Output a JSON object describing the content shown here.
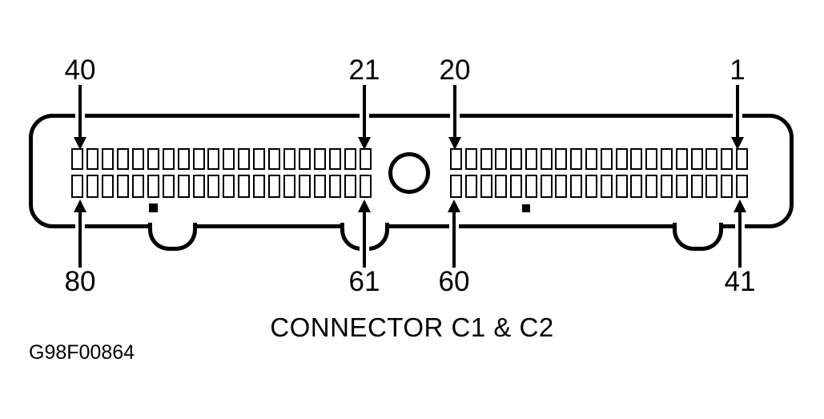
{
  "figure": {
    "caption": "CONNECTOR C1 & C2",
    "figure_id": "G98F00864",
    "ink_color": "#000000",
    "background_color": "#ffffff"
  },
  "connector": {
    "pins_per_row": 20,
    "total_pins": 80,
    "groups": [
      {
        "id": "left-group",
        "top_row": {
          "first_pin": "40",
          "last_pin": "21"
        },
        "bottom_row": {
          "first_pin": "80",
          "last_pin": "61"
        }
      },
      {
        "id": "right-group",
        "top_row": {
          "first_pin": "20",
          "last_pin": "1"
        },
        "bottom_row": {
          "first_pin": "60",
          "last_pin": "41"
        }
      }
    ],
    "callouts": [
      {
        "label": "40",
        "edge": "top",
        "points_to": "left-group top row, first pin"
      },
      {
        "label": "21",
        "edge": "top",
        "points_to": "left-group top row, last pin"
      },
      {
        "label": "20",
        "edge": "top",
        "points_to": "right-group top row, first pin"
      },
      {
        "label": "1",
        "edge": "top",
        "points_to": "right-group top row, last pin"
      },
      {
        "label": "80",
        "edge": "bottom",
        "points_to": "left-group bottom row, first pin"
      },
      {
        "label": "61",
        "edge": "bottom",
        "points_to": "left-group bottom row, last pin"
      },
      {
        "label": "60",
        "edge": "bottom",
        "points_to": "right-group bottom row, first pin"
      },
      {
        "label": "41",
        "edge": "bottom",
        "points_to": "right-group bottom row, last pin"
      }
    ]
  }
}
